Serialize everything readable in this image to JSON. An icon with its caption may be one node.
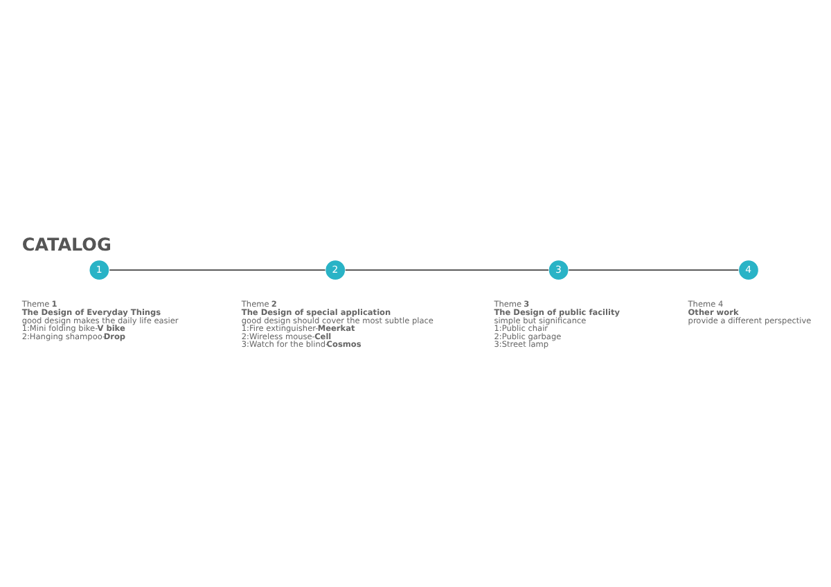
{
  "diagram": {
    "title": "CATALOG",
    "nodes": [
      {
        "text": [
          "1"
        ],
        "beside": [
          "Theme **1**",
          "**The Design of Everyday Things**",
          "good design makes the daily life easier",
          "1:Mini folding bike-**V bike**",
          "2:Hanging shampoo-**Drop**"
        ]
      },
      {
        "text": [
          "2"
        ],
        "beside": [
          "Theme **2**",
          "**The Design of special application**",
          "good design should cover the most subtle place",
          "1:Fire extinguisher-**Meerkat**",
          "2:Wireless mouse-**Cell**",
          "3:Watch for the blind-**Cosmos**"
        ]
      },
      {
        "text": [
          "3"
        ],
        "beside": [
          "Theme **3**",
          "**The Design of public facility**",
          "simple but significance",
          "1:Public chair",
          "2:Public garbage",
          "3:Street lamp"
        ]
      },
      {
        "text": [
          "4"
        ],
        "beside": [
          "Theme 4",
          "**Other work**",
          "provide a different perspective"
        ]
      }
    ],
    "edges": [
      {
        "from": 0,
        "to": 1,
        "arrow": "none"
      },
      {
        "from": 1,
        "to": 2,
        "arrow": "none"
      },
      {
        "from": 2,
        "to": 3,
        "arrow": "none"
      }
    ]
  }
}
